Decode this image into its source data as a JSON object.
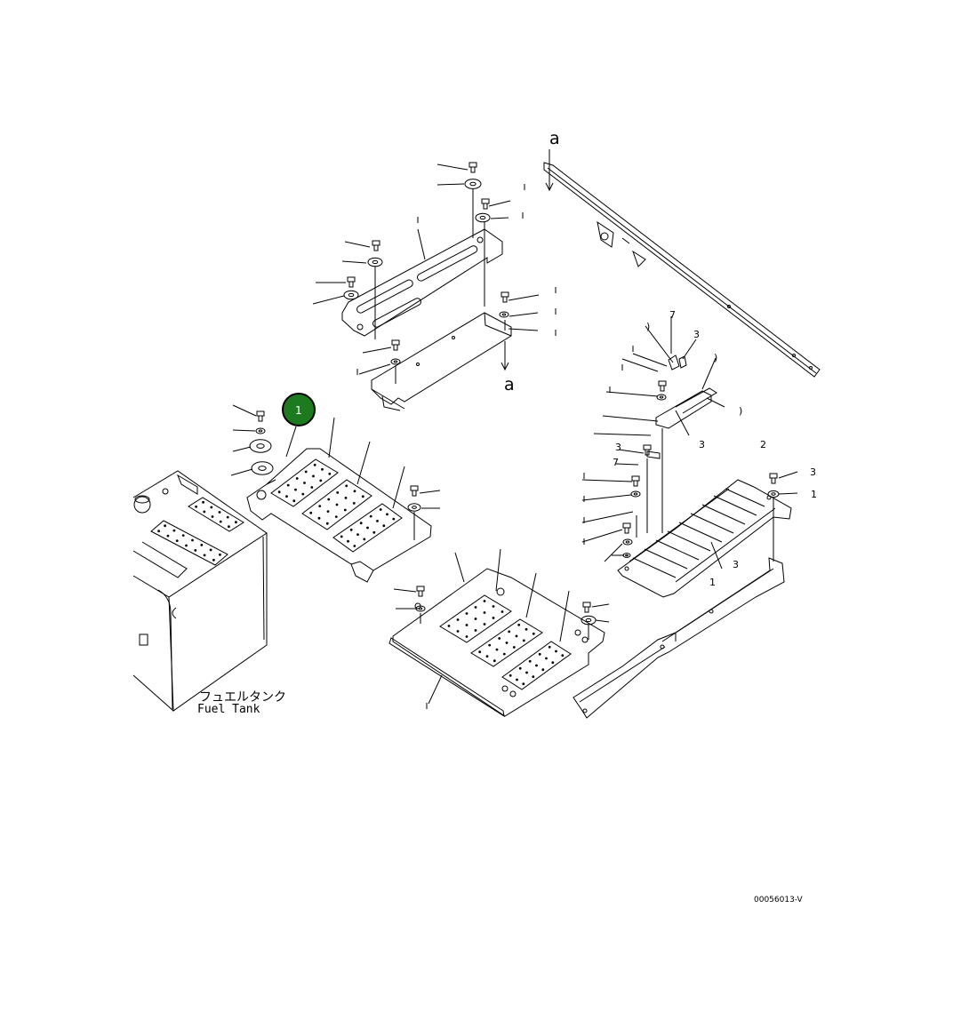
{
  "diagram": {
    "view_markers": [
      "a",
      "a"
    ],
    "callout_badge": {
      "label": "1",
      "color": "#1e7a1e"
    },
    "fuel_tank_label_ja": "フュエルタンク",
    "fuel_tank_label_en": "Fuel Tank",
    "drawing_number": "00056013-V",
    "ref_marks": [
      ")",
      "7",
      "3",
      ")",
      ")",
      "3",
      "3",
      "7",
      "2",
      "3",
      "1",
      "3",
      "1"
    ]
  }
}
